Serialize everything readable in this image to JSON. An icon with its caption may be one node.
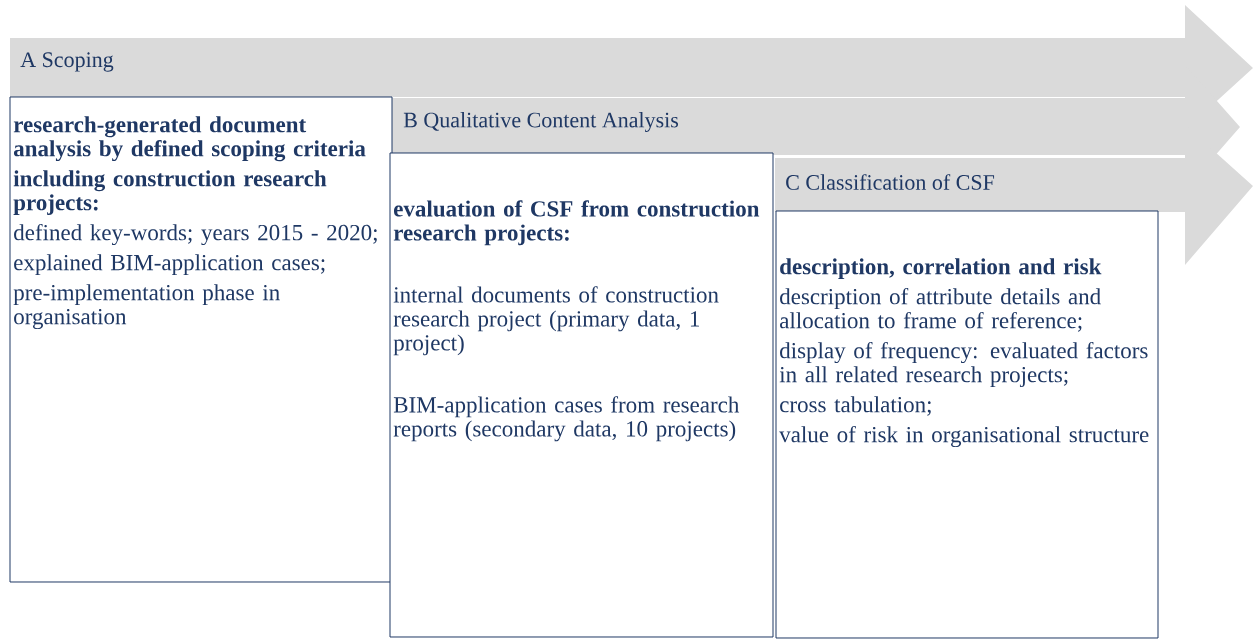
{
  "diagram": {
    "nodes": [
      {
        "text": [
          "A Scoping"
        ]
      },
      {
        "text": [
          "B Qualitative Content Analysis"
        ]
      },
      {
        "text": [
          "C Classification of CSF"
        ]
      },
      {
        "text": [
          "research-generated document analysis by defined scoping criteria",
          "including construction research projects:",
          "defined key-words; years 2015 - 2020;",
          "explained BIM-application cases;",
          "pre-implementation phase in organisation"
        ]
      },
      {
        "text": [
          "evaluation of CSF from construction research projects:",
          "internal documents of construction research project (primary data, 1 project)",
          "BIM-application cases from research reports (secondary data, 10 projects)"
        ]
      },
      {
        "text": [
          "description, correlation and risk",
          "description of attribute details and allocation to frame of reference;",
          "display of frequency: evaluated factors in all related research projects;",
          "cross tabulation;",
          "value of risk in organisational structure"
        ]
      }
    ]
  }
}
